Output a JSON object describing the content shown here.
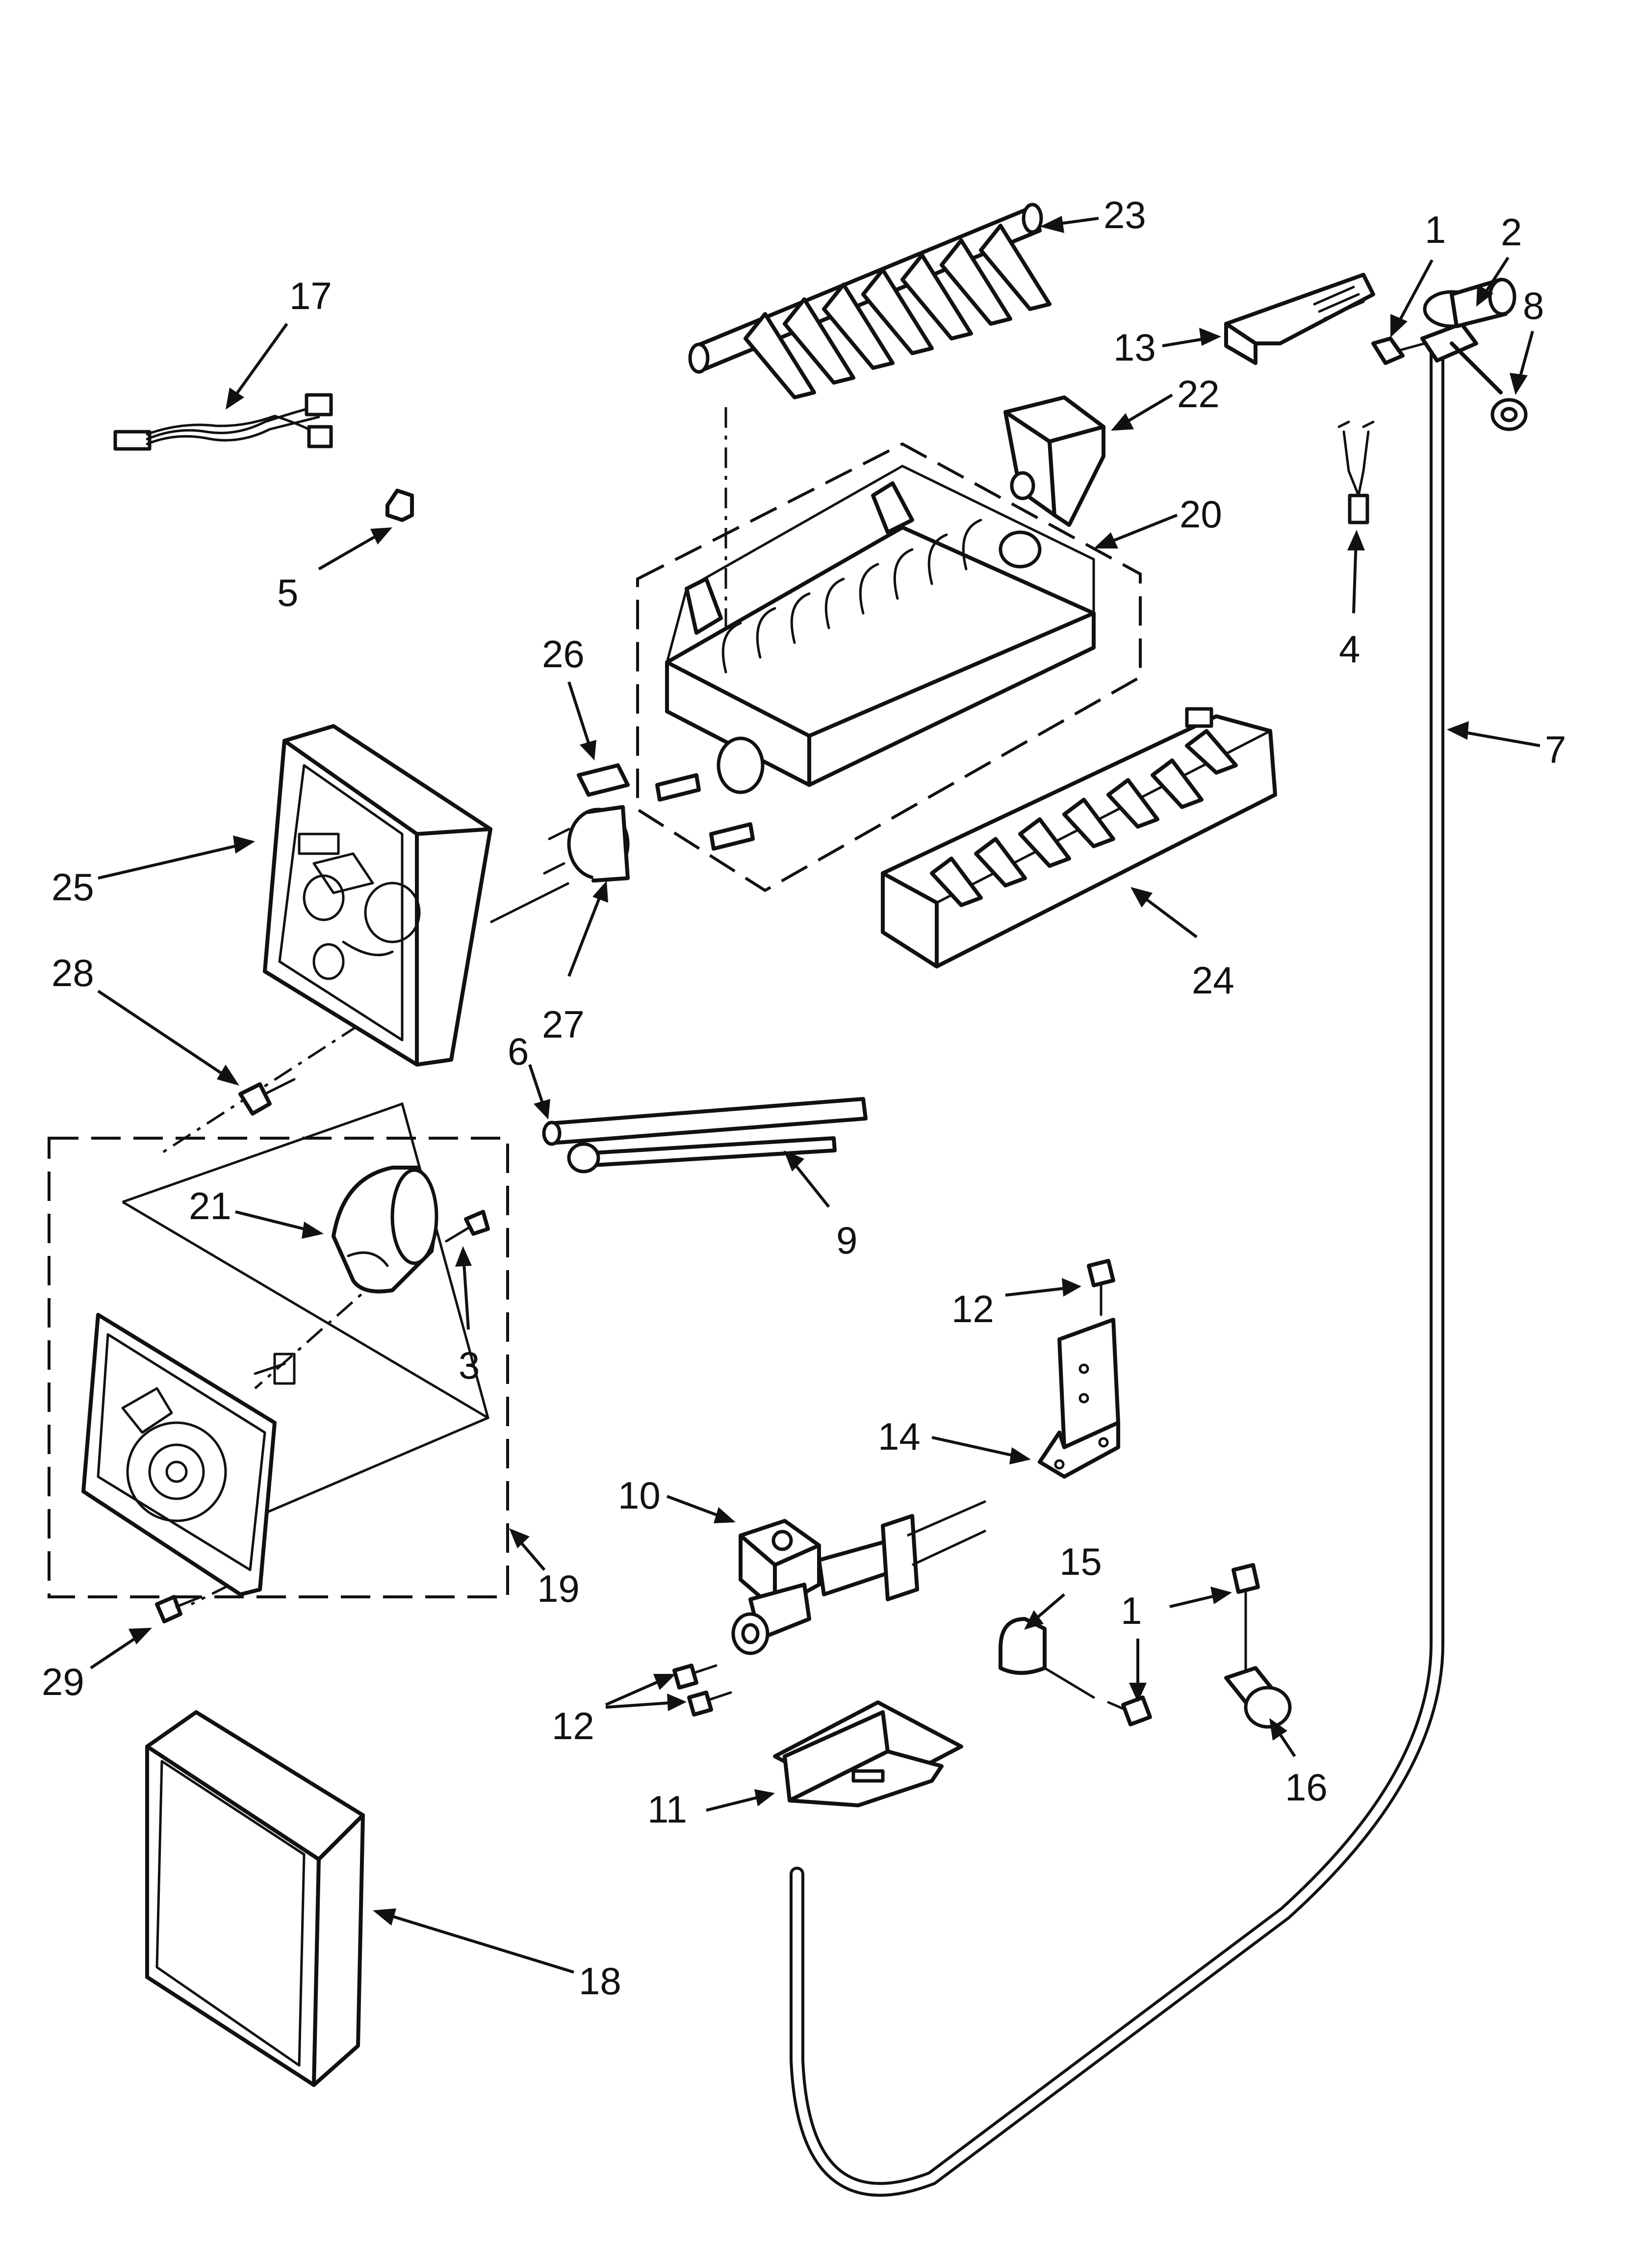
{
  "diagram": {
    "callouts": {
      "p1a": "1",
      "p1b": "1",
      "p2": "2",
      "p3": "3",
      "p4": "4",
      "p5": "5",
      "p6": "6",
      "p7": "7",
      "p8": "8",
      "p9": "9",
      "p10": "10",
      "p11": "11",
      "p12a": "12",
      "p12b": "12",
      "p13": "13",
      "p14": "14",
      "p15": "15",
      "p16": "16",
      "p17": "17",
      "p18": "18",
      "p19": "19",
      "p20": "20",
      "p21": "21",
      "p22": "22",
      "p23": "23",
      "p24": "24",
      "p25": "25",
      "p26": "26",
      "p27": "27",
      "p28": "28",
      "p29": "29"
    }
  }
}
